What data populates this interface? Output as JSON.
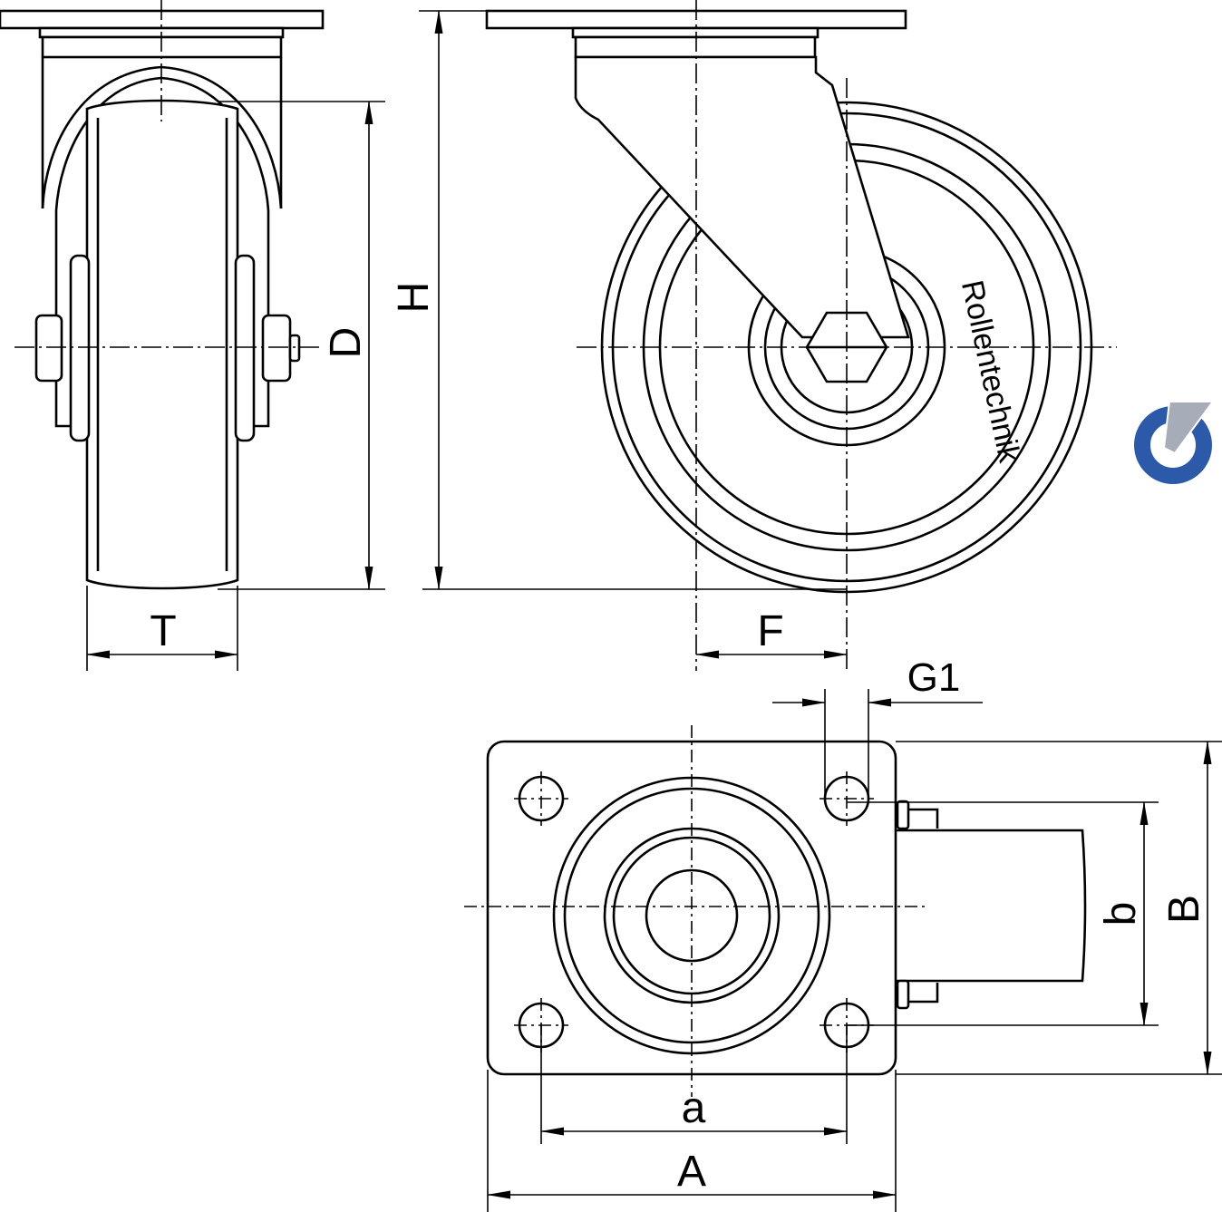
{
  "dimensions": {
    "T": "T",
    "D": "D",
    "H": "H",
    "F": "F",
    "G1": "G1",
    "a": "a",
    "A": "A",
    "b": "b",
    "B": "B"
  },
  "wheel_label": "Rollentechnik",
  "logo": {
    "icon": "rollentechnik-logo-icon",
    "ring_color": "#2d5aa8",
    "blade_color": "#a6adb8"
  },
  "colors": {
    "line": "#000000",
    "background": "#ffffff"
  }
}
